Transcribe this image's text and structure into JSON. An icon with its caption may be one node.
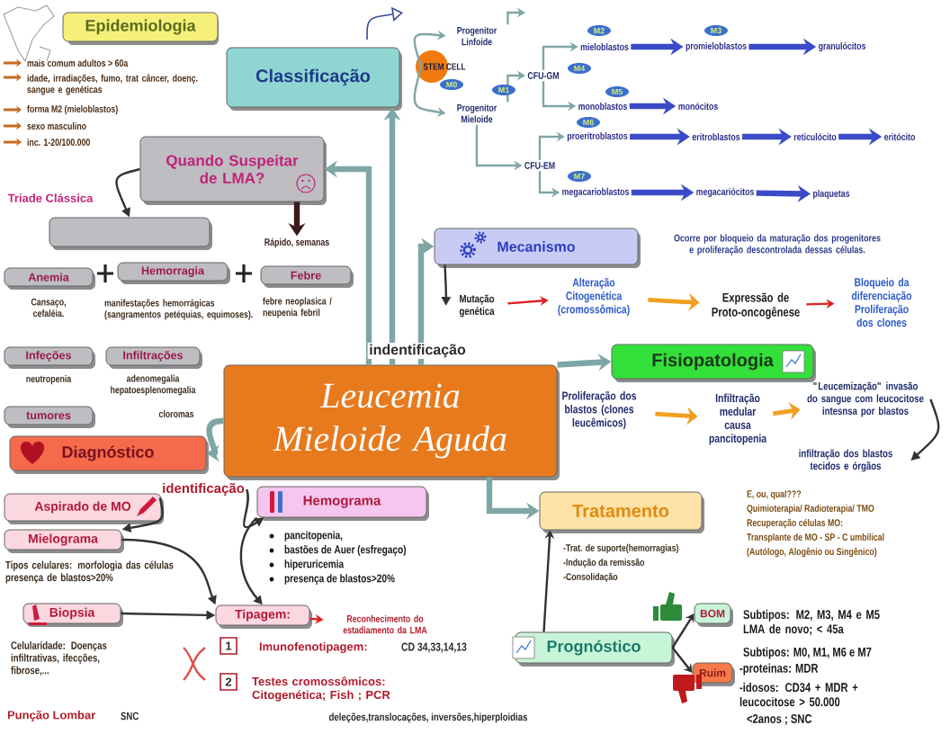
{
  "diagram": {
    "nodes": [
      {
        "text": [
          "Leucemia Mieloide Aguda"
        ]
      },
      {
        "text": [
          "Epidemiologia"
        ]
      },
      {
        "text": [
          "Classificação"
        ]
      },
      {
        "text": [
          "Quando Suspeitar de LMA?"
        ]
      },
      {
        "text": [
          "Mecanismo"
        ]
      },
      {
        "text": [
          "Fisiopatologia"
        ]
      },
      {
        "text": [
          "Tratamento"
        ],
        "beside": [
          "-Trat. de suporte(hemorragias)",
          "-Indução da remissão",
          "-Consolidação"
        ]
      },
      {
        "text": [
          "Prognóstico"
        ]
      },
      {
        "text": [
          "Diagnóstico"
        ]
      },
      {
        "text": [
          "STEM CELL"
        ]
      },
      {
        "text": [
          "Progenitor Linfoide"
        ]
      },
      {
        "text": [
          "Progenitor Mieloide"
        ]
      },
      {
        "text": [
          "CFU-GM"
        ]
      },
      {
        "text": [
          "CFU-EM"
        ]
      },
      {
        "text": [
          "mieloblastos"
        ]
      },
      {
        "text": [
          "promieloblastos"
        ]
      },
      {
        "text": [
          "granulócitos"
        ]
      },
      {
        "text": [
          "monoblastos"
        ]
      },
      {
        "text": [
          "monócitos"
        ]
      },
      {
        "text": [
          "proeritroblastos"
        ]
      },
      {
        "text": [
          "eritroblastos"
        ]
      },
      {
        "text": [
          "reticulócito"
        ]
      },
      {
        "text": [
          "eritócito"
        ]
      },
      {
        "text": [
          "megacarioblastos"
        ]
      },
      {
        "text": [
          "megacariócitos"
        ]
      },
      {
        "text": [
          "plaquetas"
        ]
      },
      {
        "text": [],
        "shape": "box"
      },
      {
        "text": [
          "Anemia"
        ],
        "beside": [
          "Cansaço, cefaléia."
        ]
      },
      {
        "text": [
          "Hemorragia"
        ],
        "beside": [
          "manifestações hemorrágicas (sangramentos petéquias, equimoses)."
        ]
      },
      {
        "text": [
          "Febre"
        ],
        "beside": [
          "febre neoplasica / neupenia febril"
        ]
      },
      {
        "text": [
          "Infeções"
        ],
        "beside": [
          "neutropenia"
        ]
      },
      {
        "text": [
          "Infiltrações"
        ],
        "beside": [
          "adenomegalia hepatoesplenomegalia"
        ]
      },
      {
        "text": [
          "tumores"
        ]
      },
      {
        "text": [
          "Aspirado de MO"
        ]
      },
      {
        "text": [
          "Mielograma"
        ],
        "beside": [
          "Tipos celulares: morfologia das células presença de blastos>20%"
        ]
      },
      {
        "text": [
          "Biopsia"
        ],
        "beside": [
          "Celularidade: Doenças infiltrativas, ifecções, fibrose,..."
        ]
      },
      {
        "text": [
          "Hemograma"
        ],
        "beside": [
          "pancitopenia,",
          "bastões de Auer (esfregaço)",
          "hiperuricemia",
          "presença de blastos>20%"
        ]
      },
      {
        "text": [
          "Tipagem:"
        ]
      },
      {
        "text": [
          "Reconhecimento do estadiamento da LMA"
        ]
      },
      {
        "text": [
          "Mutação genética"
        ]
      },
      {
        "text": [
          "Alteração Citogenética (cromossômica)"
        ]
      },
      {
        "text": [
          "Expressão de Proto-oncogênese"
        ]
      },
      {
        "text": [
          "Bloqueio da diferenciação Proliferação dos clones"
        ]
      },
      {
        "text": [
          "Proliferação dos blastos (clones leucêmicos)"
        ]
      },
      {
        "text": [
          "Infiltração medular causa pancitopenia"
        ]
      },
      {
        "text": [
          "\"Leucemização\" invasão do sangue com leucocitose intesnsa por blastos"
        ]
      },
      {
        "text": [
          "infiltração dos blastos tecidos e órgãos"
        ]
      },
      {
        "text": [
          "BOM"
        ],
        "beside": [
          "Subtipos: M2, M3, M4 e M5 LMA de novo; < 45a"
        ]
      },
      {
        "text": [
          "Ruim"
        ],
        "beside": [
          "Subtipos: M0, M1, M6 e M7",
          "-proteinas: MDR",
          "-idosos: CD34 + MDR + leucocitose > 50.000",
          "<2anos ; SNC"
        ]
      },
      {
        "text": [
          "identificação"
        ]
      },
      {
        "text": [
          "Rápido, semanas"
        ]
      }
    ],
    "edges": [
      {
        "from": 0,
        "to": 2,
        "arrow": "to",
        "style": "thick"
      },
      {
        "from": 0,
        "to": 3,
        "arrow": "to",
        "style": "thick"
      },
      {
        "from": 0,
        "to": 4,
        "arrow": "to",
        "style": "thick"
      },
      {
        "from": 0,
        "to": 5,
        "arrow": "to",
        "style": "thick"
      },
      {
        "from": 0,
        "to": 8,
        "arrow": "to",
        "style": "thick"
      },
      {
        "from": 0,
        "to": 6,
        "arrow": "to",
        "style": "thick"
      },
      {
        "from": 7,
        "to": 6,
        "arrow": "to",
        "color": "#333333"
      },
      {
        "from": 9,
        "to": 10,
        "arrow": "to"
      },
      {
        "from": 9,
        "to": 11,
        "arrow": "to"
      },
      {
        "from": 10,
        "to": null,
        "arrow": "to"
      },
      {
        "from": 11,
        "to": 12,
        "arrow": "to"
      },
      {
        "from": 11,
        "to": 13,
        "arrow": "to"
      },
      {
        "from": 12,
        "to": 14,
        "arrow": "to"
      },
      {
        "from": 12,
        "to": 17,
        "arrow": "to"
      },
      {
        "from": 13,
        "to": 19,
        "arrow": "to"
      },
      {
        "from": 13,
        "to": 23,
        "arrow": "to"
      },
      {
        "from": 14,
        "to": 15,
        "arrow": "to",
        "style": "thick",
        "color": "#3b4bc8"
      },
      {
        "from": 15,
        "to": 16,
        "arrow": "to",
        "style": "thick",
        "color": "#3b4bc8"
      },
      {
        "from": 17,
        "to": 18,
        "arrow": "to",
        "style": "thick",
        "color": "#3b4bc8"
      },
      {
        "from": 19,
        "to": 20,
        "arrow": "to",
        "style": "thick",
        "color": "#3b4bc8"
      },
      {
        "from": 20,
        "to": 21,
        "arrow": "to",
        "style": "thick",
        "color": "#3b4bc8"
      },
      {
        "from": 21,
        "to": 22,
        "arrow": "to",
        "style": "thick",
        "color": "#3b4bc8"
      },
      {
        "from": 23,
        "to": 24,
        "arrow": "to",
        "style": "thick",
        "color": "#3b4bc8"
      },
      {
        "from": 24,
        "to": 25,
        "arrow": "to",
        "style": "thick",
        "color": "#3b4bc8"
      },
      {
        "from": 3,
        "to": 26,
        "arrow": "to",
        "color": "#333333"
      },
      {
        "from": 3,
        "to": 50,
        "arrow": "to",
        "style": "thick",
        "color": "#3a1a1a"
      },
      {
        "from": 4,
        "to": 39,
        "arrow": "to",
        "color": "#333333"
      },
      {
        "from": 39,
        "to": 40,
        "arrow": "to",
        "color": "#e02020"
      },
      {
        "from": 40,
        "to": 41,
        "arrow": "to",
        "color": "#f0a020"
      },
      {
        "from": 41,
        "to": 42,
        "arrow": "to",
        "color": "#e02020"
      },
      {
        "from": 43,
        "to": 44,
        "arrow": "to",
        "color": "#f0a020"
      },
      {
        "from": 44,
        "to": 45,
        "arrow": "to",
        "color": "#f0a020"
      },
      {
        "from": 45,
        "to": 46,
        "arrow": "to",
        "color": "#333333"
      },
      {
        "from": 49,
        "to": 34,
        "arrow": "to",
        "color": "#333333"
      },
      {
        "from": 49,
        "to": 36,
        "arrow": "to",
        "color": "#333333"
      },
      {
        "from": 34,
        "to": 37,
        "arrow": "to",
        "color": "#333333"
      },
      {
        "from": 35,
        "to": 37,
        "arrow": "to",
        "color": "#333333"
      },
      {
        "from": 36,
        "to": 37,
        "arrow": "to",
        "color": "#333333"
      },
      {
        "from": 37,
        "to": 38,
        "arrow": "to",
        "color": "#e02020"
      },
      {
        "from": 7,
        "to": 47,
        "arrow": "to",
        "color": "#333333"
      },
      {
        "from": 7,
        "to": 48,
        "arrow": "to",
        "color": "#333333"
      }
    ],
    "labels": [
      "Triade Clássica",
      "mais comum adultos > 60a",
      "idade, irradiações, fumo, trat câncer, doenç. sangue e genéticas",
      "forma M2 (mieloblastos)",
      "sexo masculino",
      "inc. 1-20/100.000",
      "M2",
      "M3",
      "M4",
      "M0",
      "M1",
      "M5",
      "M6",
      "M7",
      "Ocorre por bloqueio da maturação dos progenitores e proliferação descontrolada dessas células.",
      "indentificação",
      "cloromas",
      "E, ou, qual???",
      "Quimioterapia/ Radioterapia/ TMO",
      "Recuperação células MO:",
      "Transplante de MO - SP - C umbilical",
      "(Autólogo, Alogênio ou Singênico)",
      "1",
      "Imunofenotipagem:",
      "CD 34,33,14,13",
      "2",
      "Testes cromossômicos: Citogenética; Fish ; PCR",
      "Punção Lombar",
      "SNC",
      "deleções,translocações, inversões,hiperploidias"
    ]
  }
}
